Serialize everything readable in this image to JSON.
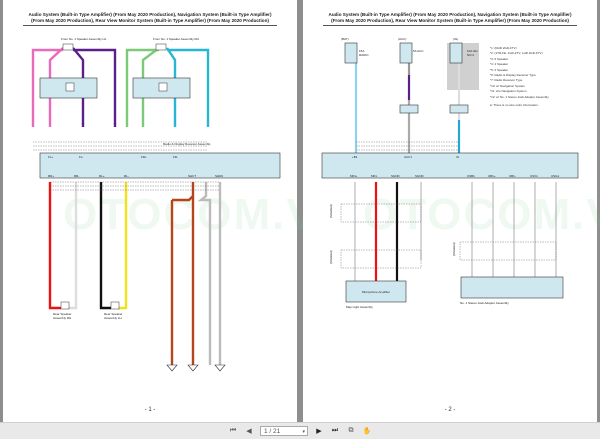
{
  "document": {
    "title": "Audio System (Built-in Type Amplifier) (From May 2020 Production), Navigation System (Built-in Type Amplifier) (From May 2020 Production), Rear View Monitor System (Built-in Type Amplifier) (From May 2020 Production)",
    "watermark": "OTOCOM.VN"
  },
  "page1": {
    "page_number": "- 1 -",
    "speaker_lh": "From No. 1 Speaker Assembly LH",
    "speaker_rh": "From No. 1 Speaker Assembly RH",
    "rear_rh": "Rear Speaker Assembly RH",
    "rear_lh": "Rear Speaker Assembly LH",
    "terms_top": [
      "FL+",
      "FL-",
      "FR+",
      "FR-"
    ],
    "terms_bottom": [
      "RR+",
      "RR-",
      "RL+",
      "RL-",
      "SHCT",
      "SHD0"
    ],
    "amp_note": "Radio & Display Receiver Assembly"
  },
  "page2": {
    "page_number": "- 2 -",
    "fuses": [
      {
        "label": "(BAT)",
        "value": "15A RADIO"
      },
      {
        "label": "(ACC)",
        "value": "5A ACC"
      },
      {
        "label": "(IG)",
        "value": "10A IG1 NO.2"
      }
    ],
    "legend": [
      "*1: (RHD 2GD-FTV)",
      "*2: (1TR-FE, 1GD-FTV, LHD 2GD-FTV)",
      "*3: 6 Speaker",
      "*4: 4 Speaker",
      "*5: 2 Speaker",
      "*6: Radio & Display Receiver Type",
      "*7: Radio Receiver Type",
      "*10: w/ Navigation System",
      "*11: w/o Navigation System",
      "*12: w/ No. 1 Stereo Jack Adapter Assembly",
      "●: There is no wire color information."
    ],
    "terms_top": [
      "+B1",
      "ACC1",
      "IG"
    ],
    "terms_bottom": [
      "MIN+",
      "MIN-",
      "SGND",
      "SGND",
      "USB1",
      "UB1+",
      "UB1-",
      "USV1",
      "USG1"
    ],
    "mic_amp": "Microphone Amplifier",
    "mic_assy": "Map Light Assembly",
    "jack_assy": "No. 1 Stereo Jack Adapter Assembly",
    "shielded": "(Shielded)"
  },
  "toolbar": {
    "first_label": "⏮",
    "prev_label": "◀",
    "page_value": "1 / 21",
    "next_label": "▶",
    "last_label": "⏭"
  }
}
